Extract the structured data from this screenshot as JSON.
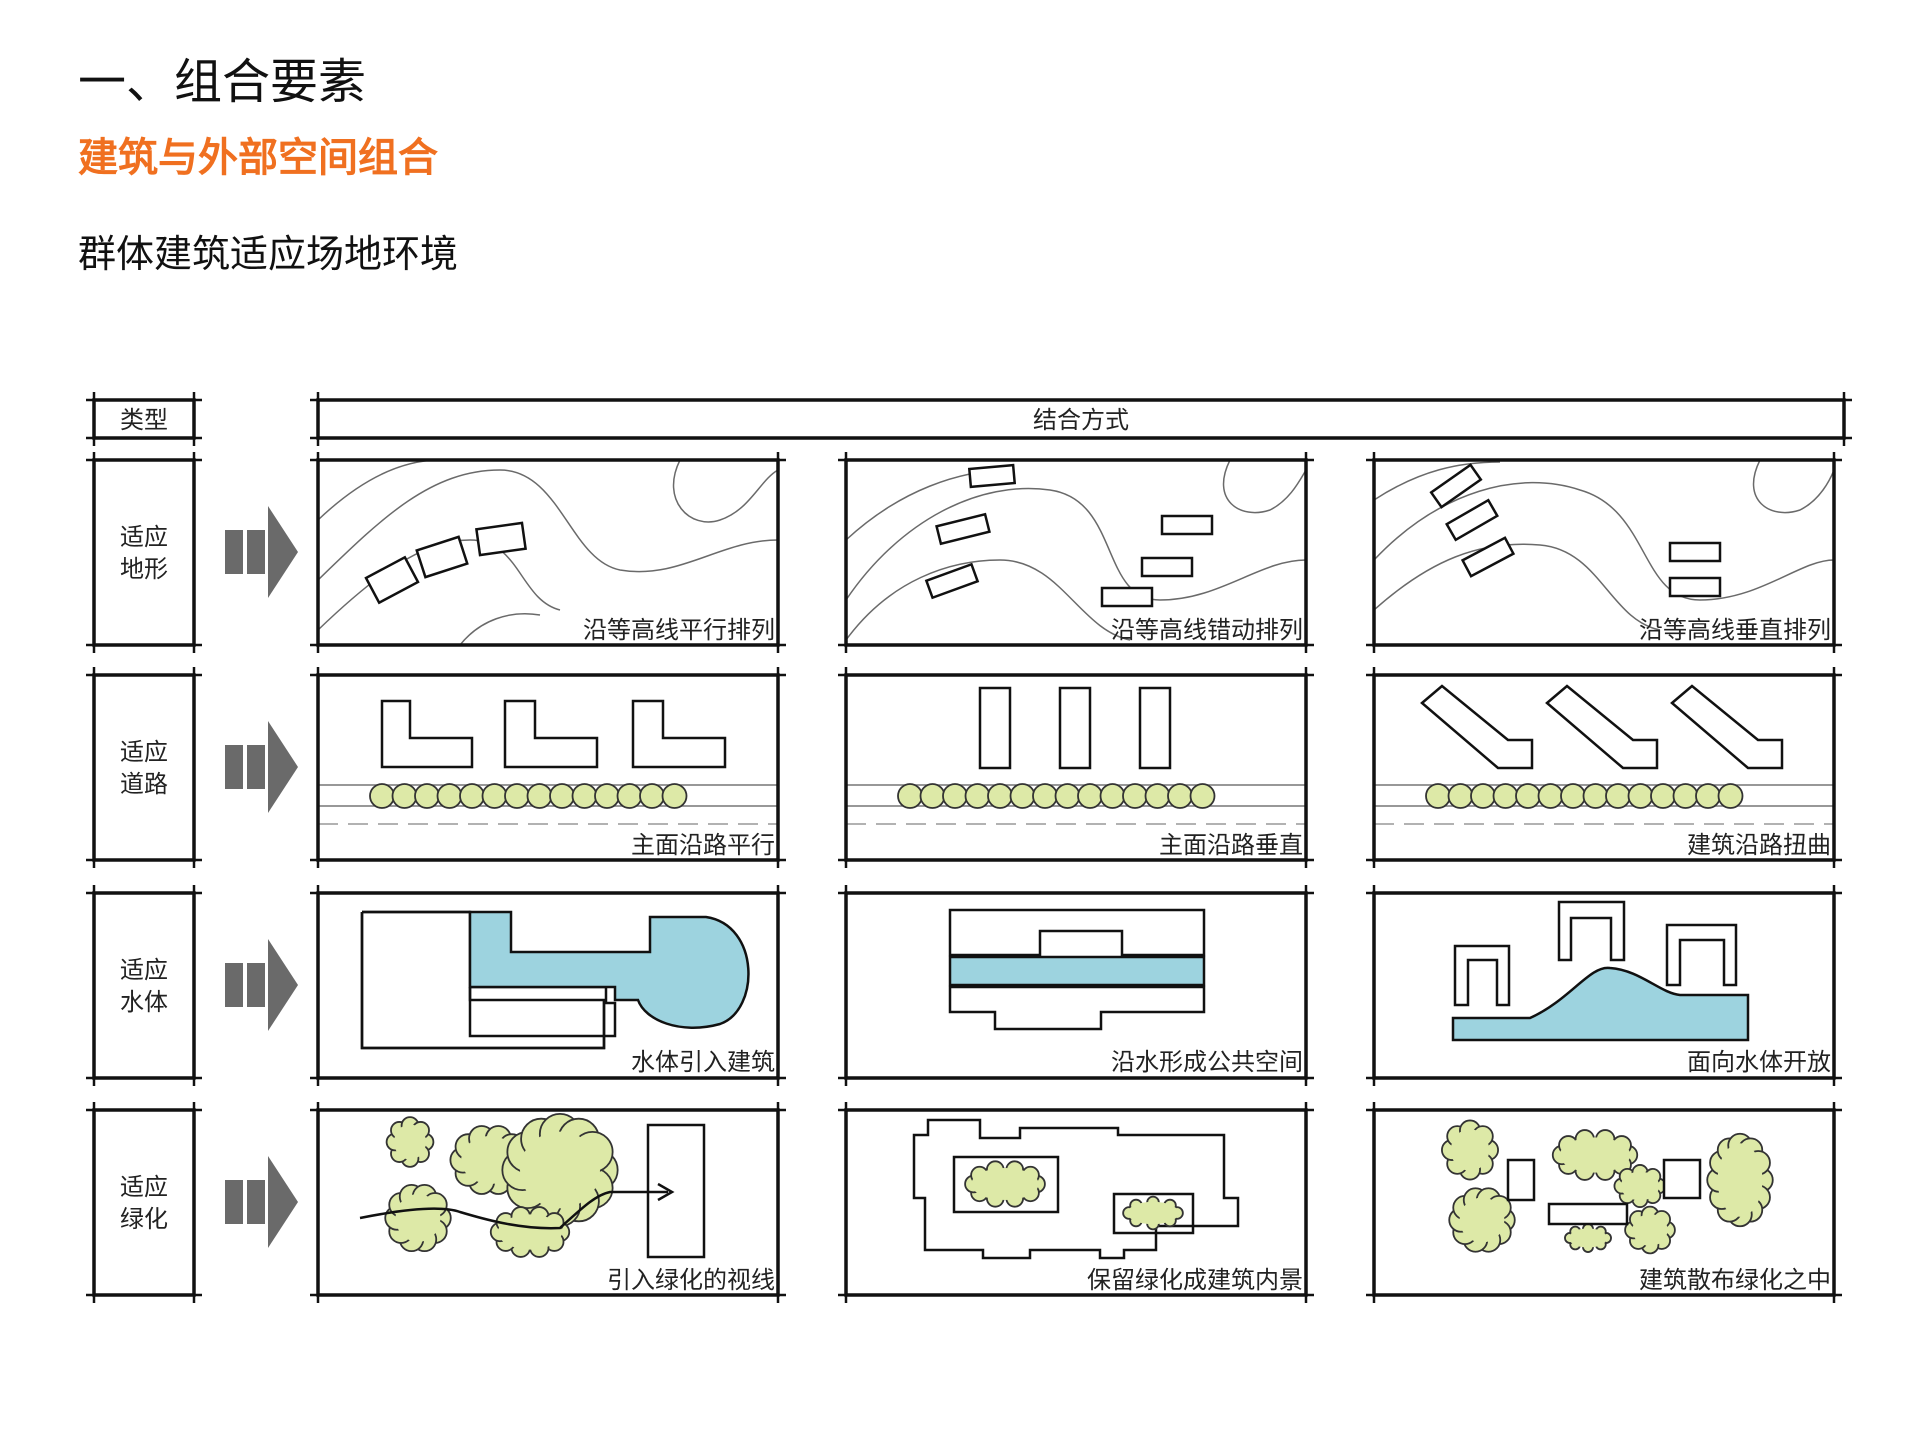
{
  "heading": {
    "title": "一、组合要素",
    "subtitle": "建筑与外部空间组合",
    "section": "群体建筑适应场地环境"
  },
  "table": {
    "type_header": "类型",
    "method_header": "结合方式",
    "rows": [
      {
        "type_lines": [
          "适应",
          "地形"
        ],
        "cells": [
          "沿等高线平行排列",
          "沿等高线错动排列",
          "沿等高线垂直排列"
        ]
      },
      {
        "type_lines": [
          "适应",
          "道路"
        ],
        "cells": [
          "主面沿路平行",
          "主面沿路垂直",
          "建筑沿路扭曲"
        ]
      },
      {
        "type_lines": [
          "适应",
          "水体"
        ],
        "cells": [
          "水体引入建筑",
          "沿水形成公共空间",
          "面向水体开放"
        ]
      },
      {
        "type_lines": [
          "适应",
          "绿化"
        ],
        "cells": [
          "引入绿化的视线",
          "保留绿化成建筑内景",
          "建筑散布绿化之中"
        ]
      }
    ]
  },
  "colors": {
    "accent": "#f07020",
    "water": "#9dd3df",
    "greenery": "#dde9a7",
    "arrow": "#6a6a6a"
  }
}
